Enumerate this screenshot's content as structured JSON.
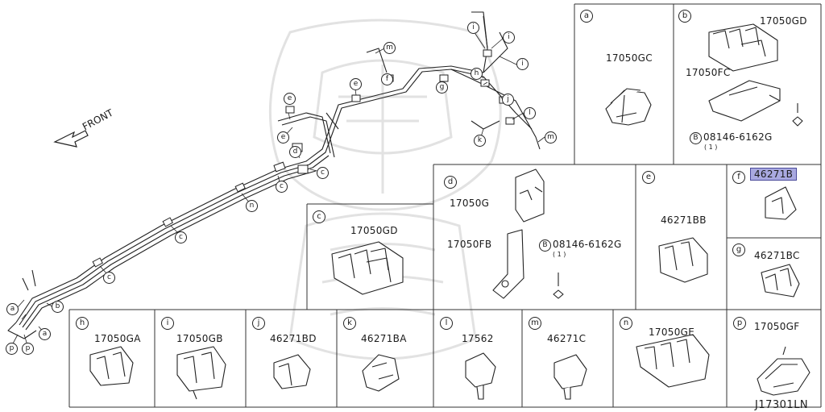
{
  "front_label": "FRONT",
  "diagram_code": "J17301LN",
  "panels": {
    "a": {
      "key": "a",
      "part": "17050GC"
    },
    "b": {
      "key": "b",
      "part1": "17050GD",
      "part2": "17050FC",
      "bolt_key": "B",
      "bolt": "08146-6162G",
      "qty": "( 1 )"
    },
    "c": {
      "key": "c",
      "part": "17050GD"
    },
    "d": {
      "key": "d",
      "part1": "17050G",
      "part2": "17050FB",
      "bolt_key": "B",
      "bolt": "08146-6162G",
      "qty": "( 1 )"
    },
    "e": {
      "key": "e",
      "part": "46271BB"
    },
    "f": {
      "key": "f",
      "part": "46271B"
    },
    "g": {
      "key": "g",
      "part": "46271BC"
    },
    "h": {
      "key": "h",
      "part": "17050GA"
    },
    "i": {
      "key": "i",
      "part": "17050GB"
    },
    "j": {
      "key": "j",
      "part": "46271BD"
    },
    "k": {
      "key": "k",
      "part": "46271BA"
    },
    "l": {
      "key": "l",
      "part": "17562"
    },
    "m": {
      "key": "m",
      "part": "46271C"
    },
    "n": {
      "key": "n",
      "part": "17050GE"
    },
    "p": {
      "key": "p",
      "part": "17050GF"
    }
  },
  "route_callouts": [
    "a",
    "a",
    "b",
    "p",
    "p",
    "c",
    "c",
    "n",
    "c",
    "c",
    "d",
    "e",
    "e",
    "e",
    "f",
    "g",
    "h",
    "i",
    "i",
    "i",
    "j",
    "l",
    "k",
    "m",
    "m"
  ],
  "colors": {
    "highlight": "#a9a9e0",
    "line": "#222222",
    "watermark": "#e4e4e4"
  }
}
